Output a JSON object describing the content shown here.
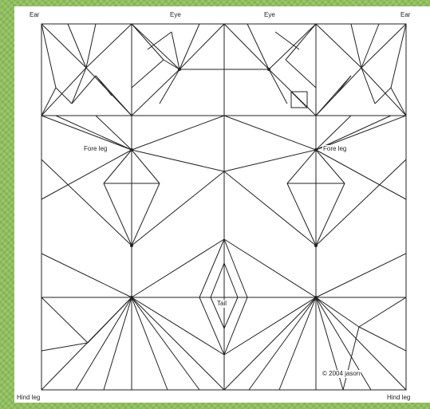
{
  "labels": {
    "ear_left": "Ear",
    "eye_left": "Eye",
    "eye_right": "Eye",
    "ear_right": "Ear",
    "fore_leg_left": "Fore leg",
    "fore_leg_right": "Fore leg",
    "tail": "Tail",
    "hind_leg_left": "Hind leg",
    "hind_leg_right": "Hind leg",
    "copyright": "© 2004 jason"
  },
  "colors": {
    "background": "#8fc15c",
    "paper": "#ffffff",
    "line": "#222222"
  }
}
